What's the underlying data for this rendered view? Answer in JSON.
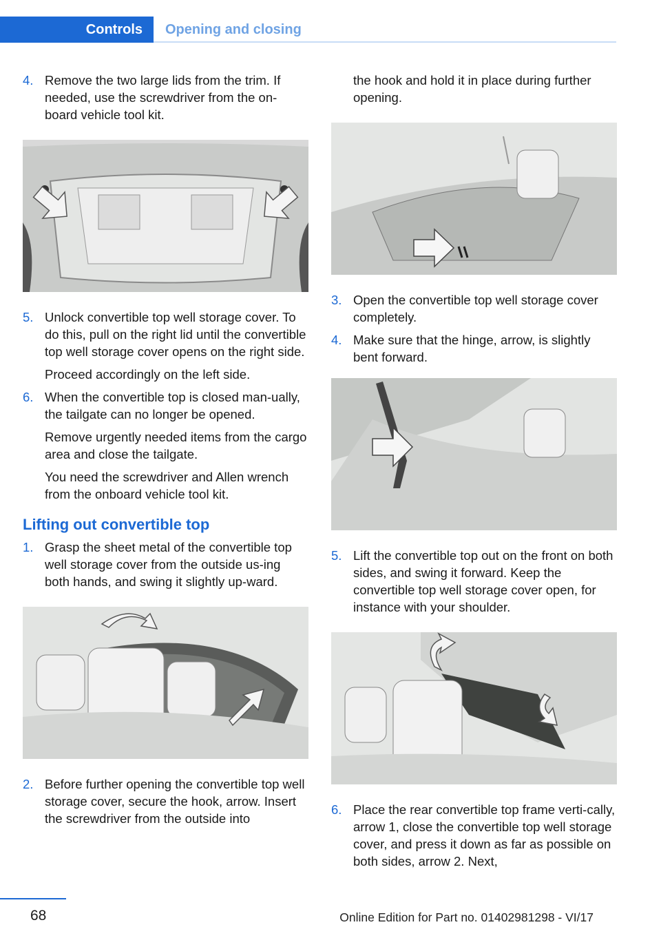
{
  "header": {
    "section": "Controls",
    "subsection": "Opening and closing"
  },
  "left": {
    "step4": {
      "num": "4.",
      "text": "Remove the two large lids from the trim. If needed, use the screwdriver from the on‐board vehicle tool kit."
    },
    "step5": {
      "num": "5.",
      "text": "Unlock convertible top well storage cover. To do this, pull on the right lid until the convertible top well storage cover opens on the right side.",
      "extra": "Proceed accordingly on the left side."
    },
    "step6": {
      "num": "6.",
      "text": "When the convertible top is closed man‐ually, the tailgate can no longer be opened.",
      "extra1": "Remove urgently needed items from the cargo area and close the tailgate.",
      "extra2": "You need the screwdriver and Allen wrench from the onboard vehicle tool kit."
    },
    "heading": "Lifting out convertible top",
    "lstep1": {
      "num": "1.",
      "text": "Grasp the sheet metal of the convertible top well storage cover from the outside us‐ing both hands, and swing it slightly up‐ward."
    },
    "lstep2": {
      "num": "2.",
      "text": "Before further opening the convertible top well storage cover, secure the hook, arrow. Insert the screwdriver from the outside into"
    }
  },
  "right": {
    "continuation": "the hook and hold it in place during further opening.",
    "step3": {
      "num": "3.",
      "text": "Open the convertible top well storage cover completely."
    },
    "step4": {
      "num": "4.",
      "text": "Make sure that the hinge, arrow, is slightly bent forward."
    },
    "step5": {
      "num": "5.",
      "text": "Lift the convertible top out on the front on both sides, and swing it forward. Keep the convertible top well storage cover open, for instance with your shoulder."
    },
    "step6": {
      "num": "6.",
      "text": "Place the rear convertible top frame verti‐cally, arrow 1, close the convertible top well storage cover, and press it down as far as possible on both sides, arrow 2. Next,"
    }
  },
  "footer": {
    "page": "68",
    "edition": "Online Edition for Part no. 01402981298 - VI/17"
  },
  "colors": {
    "accent": "#1c69d4",
    "figure_bg": "#e6e6e6"
  }
}
